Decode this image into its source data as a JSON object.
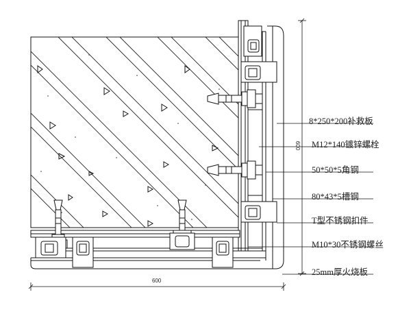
{
  "labels": [
    "8*250*200补救板",
    "M12*140镀锌螺栓",
    "50*50*5角钢",
    "80*43*5槽钢",
    "T型不锈钢扣件",
    "M10*30不锈钢螺丝",
    "25mm厚火烧板"
  ],
  "dims": {
    "width": "600",
    "height": "600"
  }
}
